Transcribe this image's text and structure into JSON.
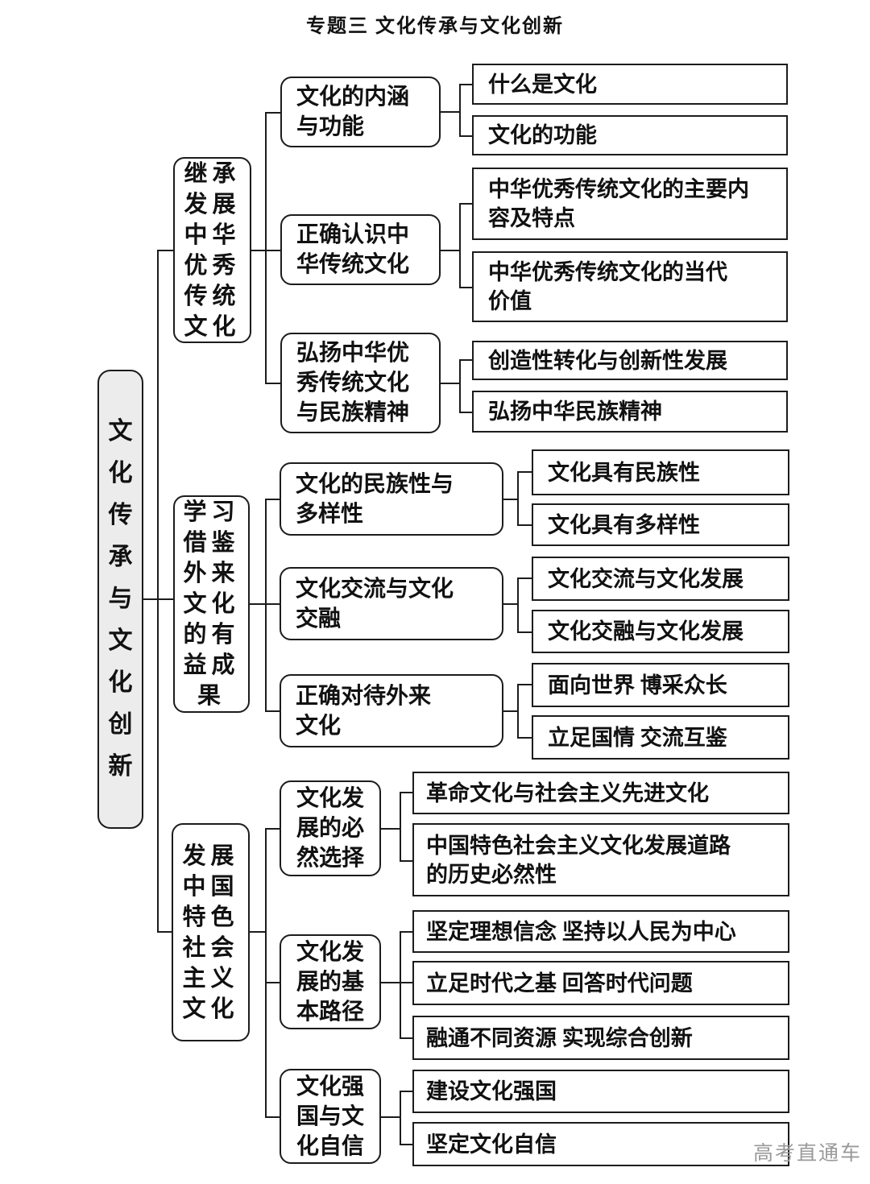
{
  "title": "专题三 文化传承与文化创新",
  "watermark": "高考直通车",
  "colors": {
    "line": "#1c1c1c",
    "root_bg": "#ececec",
    "watermark": "#9a9a9a"
  },
  "root": {
    "label": "文化传承与文化创新"
  },
  "branches": [
    {
      "label": "继承发展中华优秀传统文化",
      "children": [
        {
          "label": "文化的内涵与功能",
          "leaves": [
            "什么是文化",
            "文化的功能"
          ]
        },
        {
          "label": "正确认识中华传统文化",
          "leaves": [
            "中华优秀传统文化的主要内容及特点",
            "中华优秀传统文化的当代价值"
          ]
        },
        {
          "label": "弘扬中华优秀传统文化与民族精神",
          "leaves": [
            "创造性转化与创新性发展",
            "弘扬中华民族精神"
          ]
        }
      ]
    },
    {
      "label": "学习借鉴外来文化的有益成果",
      "children": [
        {
          "label": "文化的民族性与多样性",
          "leaves": [
            "文化具有民族性",
            "文化具有多样性"
          ]
        },
        {
          "label": "文化交流与文化交融",
          "leaves": [
            "文化交流与文化发展",
            "文化交融与文化发展"
          ]
        },
        {
          "label": "正确对待外来文化",
          "leaves": [
            "面向世界 博采众长",
            "立足国情 交流互鉴"
          ]
        }
      ]
    },
    {
      "label": "发展中国特色社会主义文化",
      "children": [
        {
          "label": "文化发展的必然选择",
          "leaves": [
            "革命文化与社会主义先进文化",
            "中国特色社会主义文化发展道路的历史必然性"
          ]
        },
        {
          "label": "文化发展的基本路径",
          "leaves": [
            "坚定理想信念 坚持以人民为中心",
            "立足时代之基 回答时代问题",
            "融通不同资源 实现综合创新"
          ]
        },
        {
          "label": "文化强国与文化自信",
          "leaves": [
            "建设文化强国",
            "坚定文化自信"
          ]
        }
      ]
    }
  ]
}
